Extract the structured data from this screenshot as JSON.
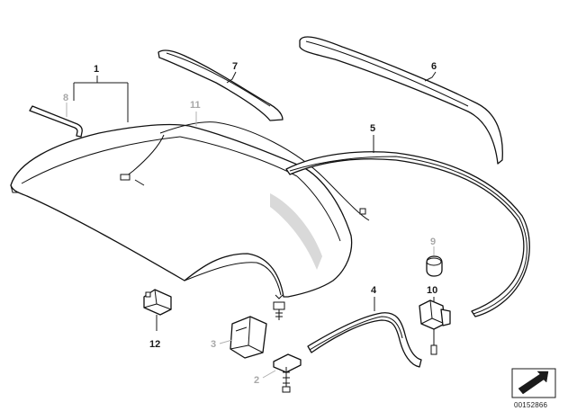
{
  "diagram": {
    "callouts": [
      {
        "id": "1",
        "text": "1",
        "tone": "dark"
      },
      {
        "id": "2",
        "text": "2",
        "tone": "grey"
      },
      {
        "id": "3",
        "text": "3",
        "tone": "grey"
      },
      {
        "id": "4",
        "text": "4",
        "tone": "dark"
      },
      {
        "id": "5",
        "text": "5",
        "tone": "dark"
      },
      {
        "id": "6",
        "text": "6",
        "tone": "dark"
      },
      {
        "id": "7",
        "text": "7",
        "tone": "dark"
      },
      {
        "id": "8",
        "text": "8",
        "tone": "grey"
      },
      {
        "id": "9",
        "text": "9",
        "tone": "grey"
      },
      {
        "id": "10",
        "text": "10",
        "tone": "dark"
      },
      {
        "id": "11",
        "text": "11",
        "tone": "grey"
      },
      {
        "id": "12",
        "text": "12",
        "tone": "dark"
      }
    ],
    "catalog_number": "00152866",
    "colors": {
      "line": "#1a1a1a",
      "grey_label": "#a8a8a8",
      "background": "#ffffff"
    }
  }
}
